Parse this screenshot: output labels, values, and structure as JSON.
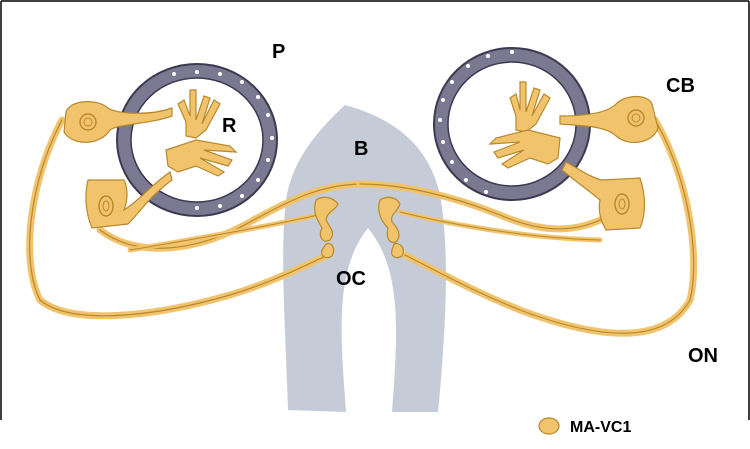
{
  "labels": {
    "p": "P",
    "r": "R",
    "b": "B",
    "cb": "CB",
    "oc": "OC",
    "on": "ON"
  },
  "legend": {
    "label": "MA-VC1",
    "color": "#F2C36D"
  },
  "colors": {
    "cell_fill": "#F2C36D",
    "cell_stroke": "#B7892C",
    "brain_fill": "#C5CCD8",
    "retina_ring": "#7B7891",
    "retina_ring_stroke": "#3C3950",
    "background": "#FFFFFF",
    "frame": "#000000"
  }
}
